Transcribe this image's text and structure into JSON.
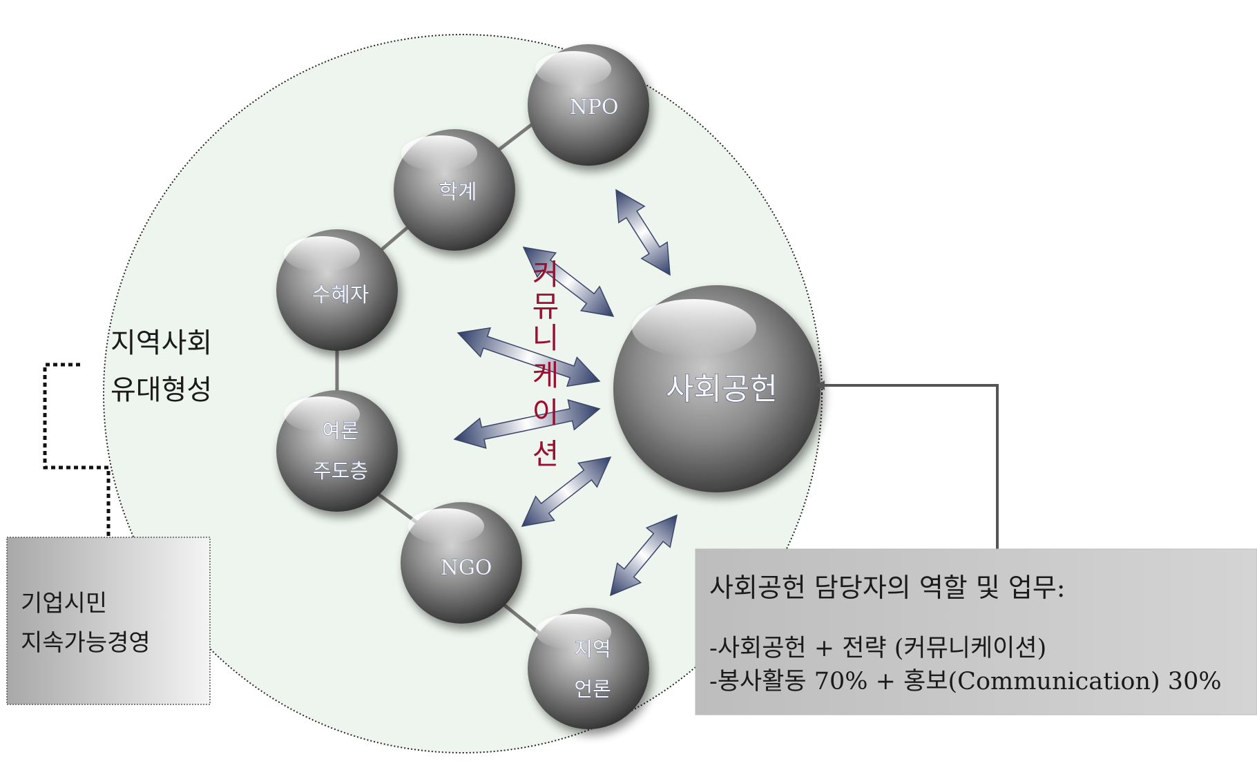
{
  "community": {
    "line1": "지역사회",
    "line2": "유대형성"
  },
  "corporate_box": {
    "line1": "기업시민",
    "line2": "지속가능경영"
  },
  "center": {
    "label": "사회공헌"
  },
  "communication_chars": [
    "커",
    "뮤",
    "니",
    "케",
    "이",
    "션"
  ],
  "stakeholders": {
    "npo": {
      "label": "NPO"
    },
    "academia": {
      "label": "학계"
    },
    "beneficiary": {
      "label": "수혜자"
    },
    "opinion_leaders": {
      "line1": "여론",
      "line2": "주도층"
    },
    "ngo": {
      "label": "NGO"
    },
    "local_media": {
      "line1": "지역",
      "line2": "언론"
    }
  },
  "role_box": {
    "title": "사회공헌 담당자의 역할 및 업무:",
    "line1": "-사회공헌 + 전략 (커뮤니케이션)",
    "line2": "-봉사활동 70% + 홍보(Communication) 30%"
  },
  "colors": {
    "circle_fill": "#eef5ee",
    "sphere_mid": "#8f8f8f",
    "sphere_dark": "#3f3f3f",
    "arrow_dark": "#2c3a66",
    "arrow_light": "#ffffff",
    "comm_text": "#9a1030"
  }
}
